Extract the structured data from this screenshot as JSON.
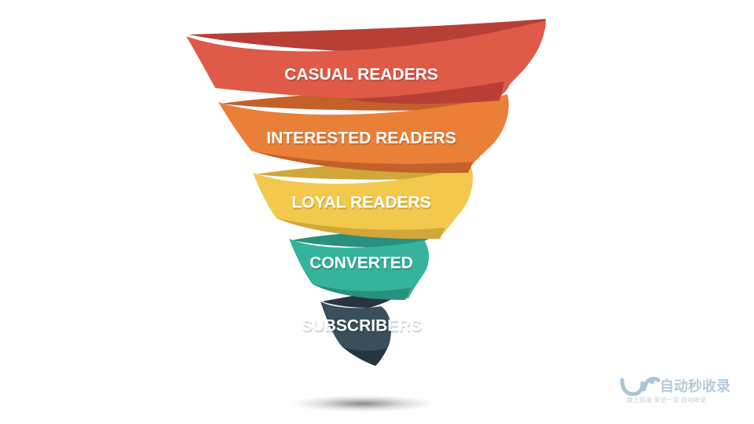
{
  "funnel": {
    "stages": [
      {
        "label": "CASUAL READERS",
        "color": "#e05a48",
        "dark": "#b83f35"
      },
      {
        "label": "INTERESTED READERS",
        "color": "#ea8038",
        "dark": "#c4602a"
      },
      {
        "label": "LOYAL READERS",
        "color": "#f2c94c",
        "dark": "#d1a63a"
      },
      {
        "label": "CONVERTED",
        "color": "#35b39c",
        "dark": "#27907e"
      },
      {
        "label": "SUBSCRIBERS",
        "color": "#3a4f5c",
        "dark": "#263640"
      }
    ]
  },
  "watermark": {
    "brand": "自动秒收录",
    "tagline": "做上链接·来访一次·自动收录",
    "logo_color": "#9bbbd0"
  }
}
